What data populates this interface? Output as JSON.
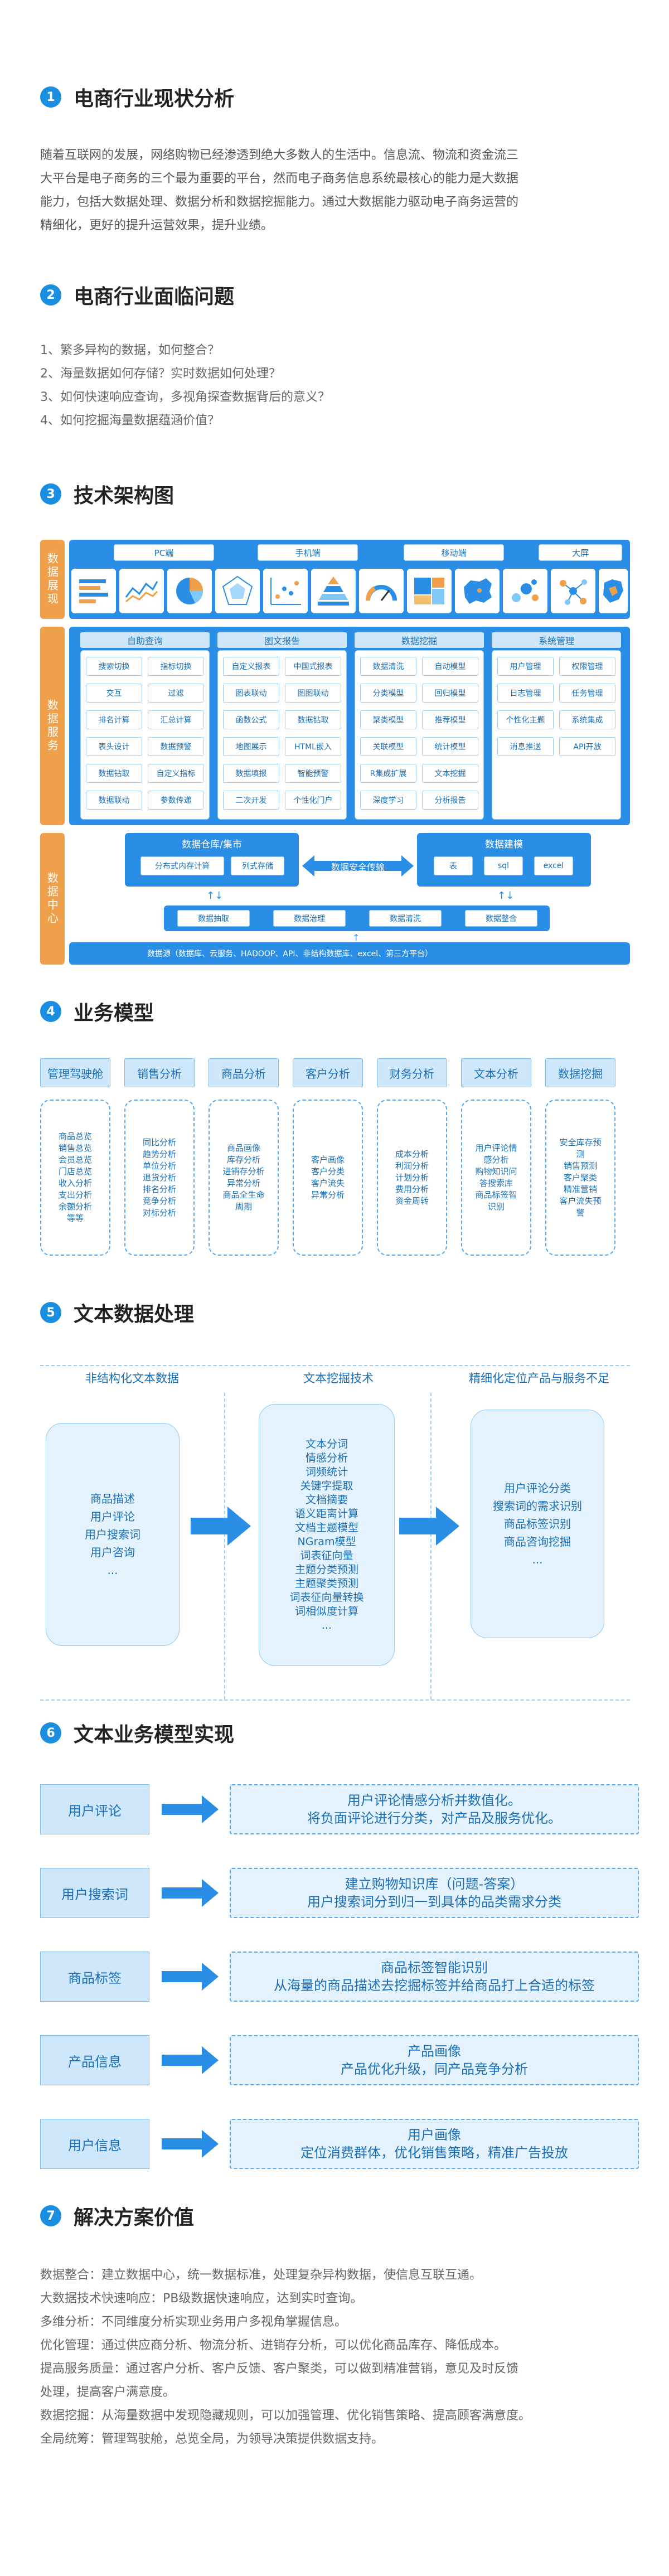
{
  "s1": {
    "num": "1",
    "title": "电商行业现状分析",
    "lines": [
      "随着互联网的发展，网络购物已经渗透到绝大多数人的生活中。信息流、物流和资金流三",
      "大平台是电子商务的三个最为重要的平台，然而电子商务信息系统最核心的能力是大数据",
      "能力，包括大数据处理、数据分析和数据挖掘能力。通过大数据能力驱动电子商务运营的",
      "精细化，更好的提升运营效果，提升业绩。"
    ]
  },
  "s2": {
    "num": "2",
    "title": "电商行业面临问题",
    "items": [
      "1、繁多异构的数据，如何整合？",
      "2、海量数据如何存储？实时数据如何处理？",
      "3、如何快速响应查询，多视角探查数据背后的意义？",
      "4、如何挖掘海量数据蕴涵价值？"
    ]
  },
  "s3": {
    "num": "3",
    "title": "技术架构图",
    "layer_display": "数据展现",
    "layer_service": "数据服务",
    "layer_center": "数据中心",
    "display_chips": [
      "PC端",
      "手机端",
      "移动端",
      "大屏"
    ],
    "groups": [
      {
        "title": "自助查询",
        "items": [
          "搜索切换",
          "指标切换",
          "交互",
          "过滤",
          "排名计算",
          "汇总计算",
          "表头设计",
          "数据预警",
          "数据钻取",
          "自定义指标",
          "数据联动",
          "参数传递"
        ]
      },
      {
        "title": "图文报告",
        "items": [
          "自定义报表",
          "中国式报表",
          "图表联动",
          "图图联动",
          "函数公式",
          "数据钻取",
          "地图展示",
          "HTML嵌入",
          "数据填报",
          "智能预警",
          "二次开发",
          "个性化门户"
        ]
      },
      {
        "title": "数据挖掘",
        "items": [
          "数据清洗",
          "自动模型",
          "分类模型",
          "回归模型",
          "聚类模型",
          "推荐模型",
          "关联模型",
          "统计模型",
          "R集成扩展",
          "文本挖掘",
          "深度学习",
          "分析报告"
        ]
      },
      {
        "title": "系统管理",
        "items": [
          "用户管理",
          "权限管理",
          "日志管理",
          "任务管理",
          "个性化主题",
          "系统集成",
          "消息推送",
          "API开放"
        ]
      }
    ],
    "warehouse": "数据仓库/集市",
    "warehouse_items": [
      "分布式内存计算",
      "列式存储"
    ],
    "cluster": "数据建模",
    "cluster_items": [
      "表",
      "sql",
      "excel"
    ],
    "transfer": "数据安全传输",
    "pipeline": [
      "数据抽取",
      "数据治理",
      "数据清洗",
      "数据整合"
    ],
    "sources": "数据源（数据库、云服务、HADOOP、API、非结构数据库、excel、第三方平台）"
  },
  "s4": {
    "num": "4",
    "title": "业务模型",
    "models": [
      {
        "head": "管理驾驶舱",
        "body": [
          "商品总览",
          "销售总览",
          "会员总览",
          "门店总览",
          "收入分析",
          "支出分析",
          "余额分析",
          "等等"
        ]
      },
      {
        "head": "销售分析",
        "body": [
          "同比分析",
          "趋势分析",
          "单位分析",
          "退货分析",
          "排名分析",
          "竞争分析",
          "对标分析"
        ]
      },
      {
        "head": "商品分析",
        "body": [
          "商品画像",
          "库存分析",
          "进销存分析",
          "异常分析",
          "商品全生命",
          "周期"
        ]
      },
      {
        "head": "客户分析",
        "body": [
          "客户画像",
          "客户分类",
          "客户流失",
          "异常分析"
        ]
      },
      {
        "head": "财务分析",
        "body": [
          "成本分析",
          "利润分析",
          "计划分析",
          "费用分析",
          "资金周转"
        ]
      },
      {
        "head": "文本分析",
        "body": [
          "用户评论情",
          "感分析",
          "购物知识问",
          "答搜索库",
          "商品标签智",
          "识别"
        ]
      },
      {
        "head": "数据挖掘",
        "body": [
          "安全库存预",
          "测",
          "销售预测",
          "客户聚类",
          "精准营销",
          "客户流失预",
          "警"
        ]
      }
    ]
  },
  "s5": {
    "num": "5",
    "title": "文本数据处理",
    "col1_label": "非结构化文本数据",
    "col2_label": "文本挖掘技术",
    "col3_label": "精细化定位产品与服务不足",
    "col1": [
      "商品描述",
      "用户评论",
      "用户搜索词",
      "用户咨询",
      "..."
    ],
    "col2": [
      "文本分词",
      "情感分析",
      "词频统计",
      "关键字提取",
      "文档摘要",
      "语义距离计算",
      "文档主题模型",
      "NGram模型",
      "词表征向量",
      "主题分类预测",
      "主题聚类预测",
      "词表征向量转换",
      "词相似度计算",
      "..."
    ],
    "col3": [
      "用户评论分类",
      "搜索词的需求识别",
      "商品标签识别",
      "商品咨询挖掘",
      "..."
    ]
  },
  "s6": {
    "num": "6",
    "title": "文本业务模型实现",
    "rows": [
      {
        "label": "用户评论",
        "text": [
          "用户评论情感分析并数值化。",
          "将负面评论进行分类，对产品及服务优化。"
        ]
      },
      {
        "label": "用户搜索词",
        "text": [
          "建立购物知识库（问题-答案）",
          "用户搜索词分到归一到具体的品类需求分类"
        ]
      },
      {
        "label": "商品标签",
        "text": [
          "商品标签智能识别",
          "从海量的商品描述去挖掘标签并给商品打上合适的标签"
        ]
      },
      {
        "label": "产品信息",
        "text": [
          "产品画像",
          "产品优化升级，同产品竞争分析"
        ]
      },
      {
        "label": "用户信息",
        "text": [
          "用户画像",
          "定位消费群体，优化销售策略，精准广告投放"
        ]
      }
    ]
  },
  "s7": {
    "num": "7",
    "title": "解决方案价值",
    "lines": [
      "数据整合：建立数据中心，统一数据标准，处理复杂异构数据，使信息互联互通。",
      "大数据技术快速响应：PB级数据快速响应，达到实时查询。",
      "多维分析：不同维度分析实现业务用户多视角掌握信息。",
      "优化管理：通过供应商分析、物流分析、进销存分析，可以优化商品库存、降低成本。",
      "提高服务质量：通过客户分析、客户反馈、客户聚类，可以做到精准营销，意见及时反馈",
      "处理，提高客户满意度。",
      "数据挖掘：从海量数据中发现隐藏规则，可以加强管理、优化销售策略、提高顾客满意度。",
      "全局统筹：管理驾驶舱，总览全局，为领导决策提供数据支持。"
    ]
  }
}
